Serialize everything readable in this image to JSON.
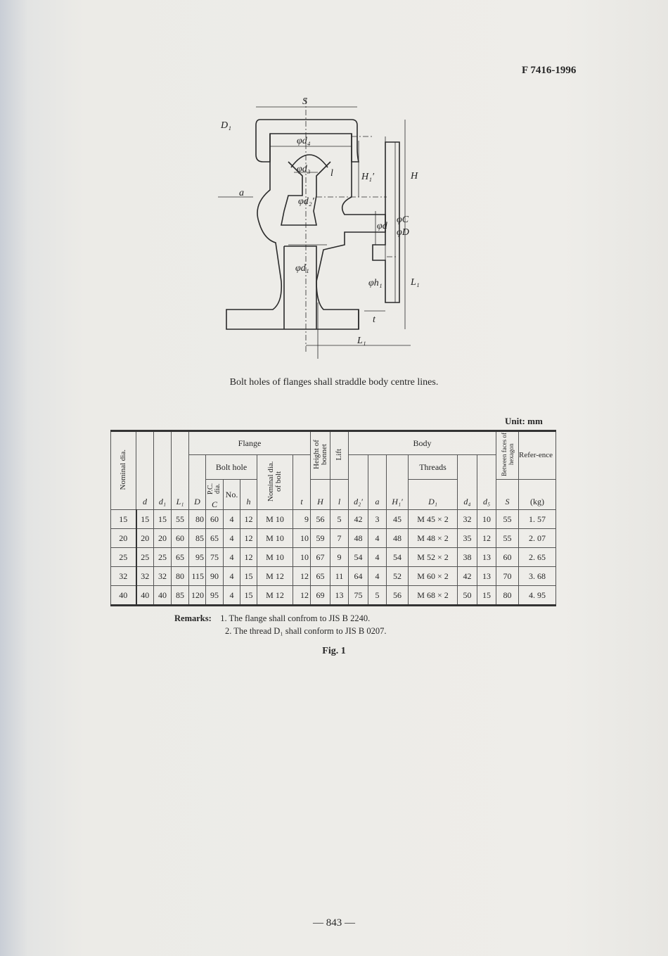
{
  "header": {
    "standard_code": "F 7416-1996"
  },
  "drawing": {
    "labels": {
      "S": "S",
      "D1": "D₁",
      "d4": "φd₄",
      "d3": "φd₃",
      "d2": "φd₂′",
      "a": "a",
      "l": "l",
      "H1": "H₁′",
      "H": "H",
      "d": "φd",
      "C": "φC",
      "D": "φD",
      "d1": "φd₁",
      "h1": "φh₁",
      "L1_right": "L₁",
      "t": "t",
      "L1_bottom": "L₁"
    }
  },
  "caption": "Bolt holes of flanges shall straddle body centre lines.",
  "unit": "Unit: mm",
  "table": {
    "headers": {
      "nominal_dia": "Nominal dia.",
      "d": "d",
      "d1": "d₁",
      "L1": "L₁",
      "flange": "Flange",
      "D": "D",
      "bolt_hole": "Bolt hole",
      "pc_dia": "P.C. dia.",
      "C": "C",
      "no": "No.",
      "h": "h",
      "nominal_bolt": "Nominal dia. of bolt",
      "t": "t",
      "height_bonnet": "Height of bonnet",
      "H": "H",
      "lift": "Lift",
      "l": "l",
      "body": "Body",
      "d2": "d₂′",
      "a": "a",
      "H1": "H₁′",
      "threads": "Threads",
      "D1": "D₁",
      "d4": "d₄",
      "d5": "d₅",
      "between_faces": "Between faces of hexagon",
      "S": "S",
      "reference": "Refer-ence",
      "kg": "(kg)"
    },
    "rows": [
      [
        "15",
        "15",
        "15",
        "55",
        "80",
        "60",
        "4",
        "12",
        "M 10",
        "9",
        "56",
        "5",
        "42",
        "3",
        "45",
        "M 45 × 2",
        "32",
        "10",
        "55",
        "1. 57"
      ],
      [
        "20",
        "20",
        "20",
        "60",
        "85",
        "65",
        "4",
        "12",
        "M 10",
        "10",
        "59",
        "7",
        "48",
        "4",
        "48",
        "M 48 × 2",
        "35",
        "12",
        "55",
        "2. 07"
      ],
      [
        "25",
        "25",
        "25",
        "65",
        "95",
        "75",
        "4",
        "12",
        "M 10",
        "10",
        "67",
        "9",
        "54",
        "4",
        "54",
        "M 52 × 2",
        "38",
        "13",
        "60",
        "2. 65"
      ],
      [
        "32",
        "32",
        "32",
        "80",
        "115",
        "90",
        "4",
        "15",
        "M 12",
        "12",
        "65",
        "11",
        "64",
        "4",
        "52",
        "M 60 × 2",
        "42",
        "13",
        "70",
        "3. 68"
      ],
      [
        "40",
        "40",
        "40",
        "85",
        "120",
        "95",
        "4",
        "15",
        "M 12",
        "12",
        "69",
        "13",
        "75",
        "5",
        "56",
        "M 68 × 2",
        "50",
        "15",
        "80",
        "4. 95"
      ]
    ]
  },
  "remarks": {
    "label": "Remarks:",
    "items": [
      "1. The flange shall confrom to JIS B 2240.",
      "2. The thread D₁ shall conform to JIS B 0207."
    ]
  },
  "figure_label": "Fig. 1",
  "page_number": "—  843  —"
}
